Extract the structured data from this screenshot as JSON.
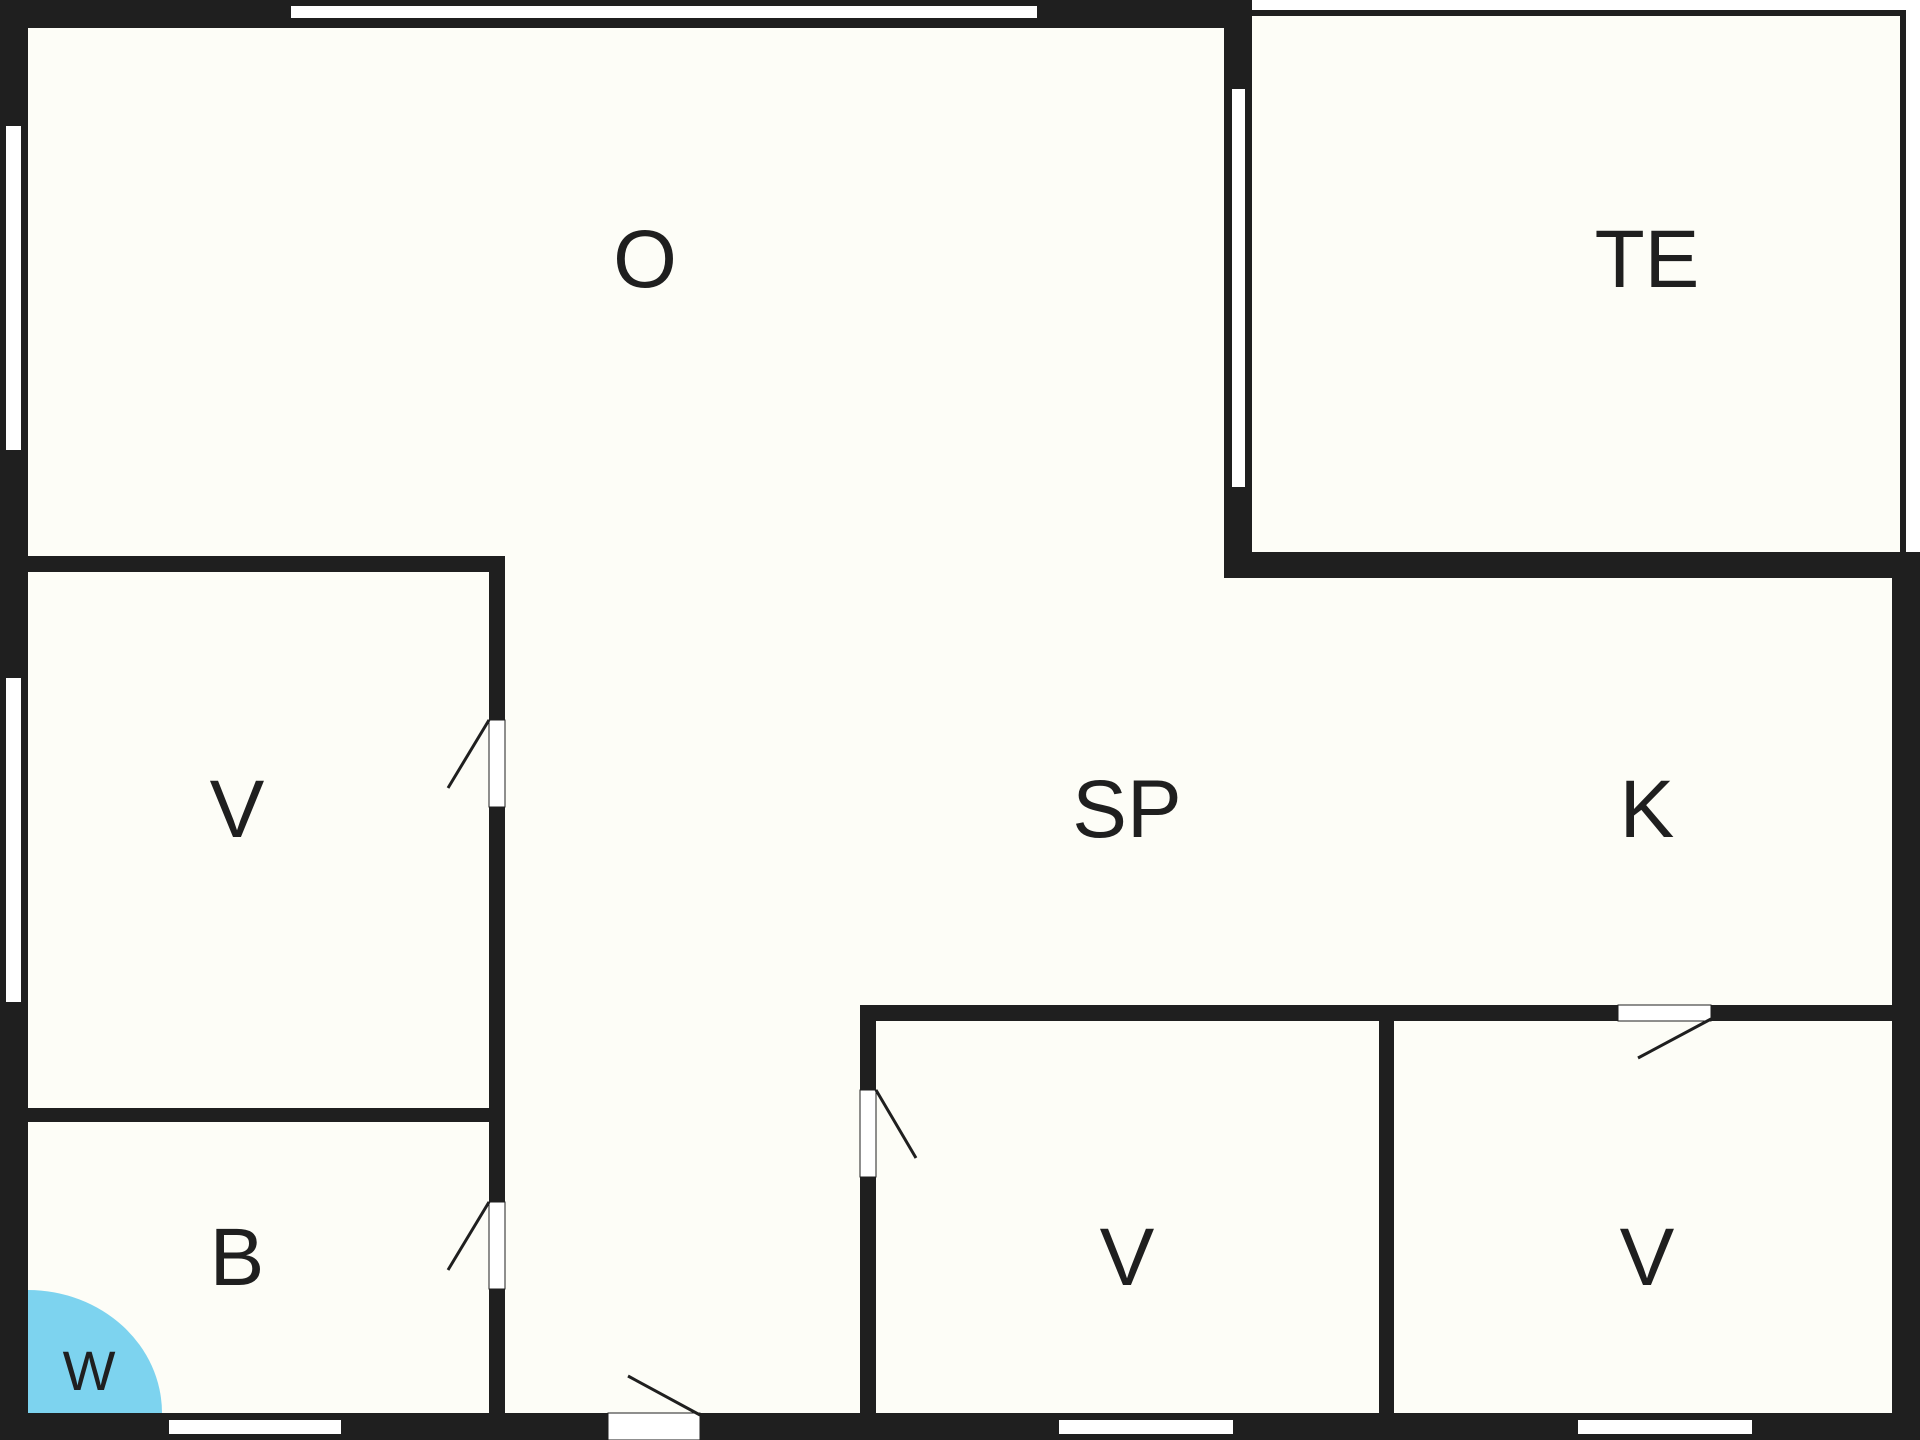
{
  "floor_plan": {
    "rooms": {
      "o": "O",
      "te": "TE",
      "v_left": "V",
      "sp": "SP",
      "k": "K",
      "b": "B",
      "v_bottom_middle": "V",
      "v_bottom_right": "V"
    },
    "fixtures": {
      "wc": "W"
    },
    "colors": {
      "wall": "#1f1f1f",
      "floor": "#fdfdf7",
      "fixture": "#7dd3ef",
      "background": "#ffffff"
    }
  }
}
